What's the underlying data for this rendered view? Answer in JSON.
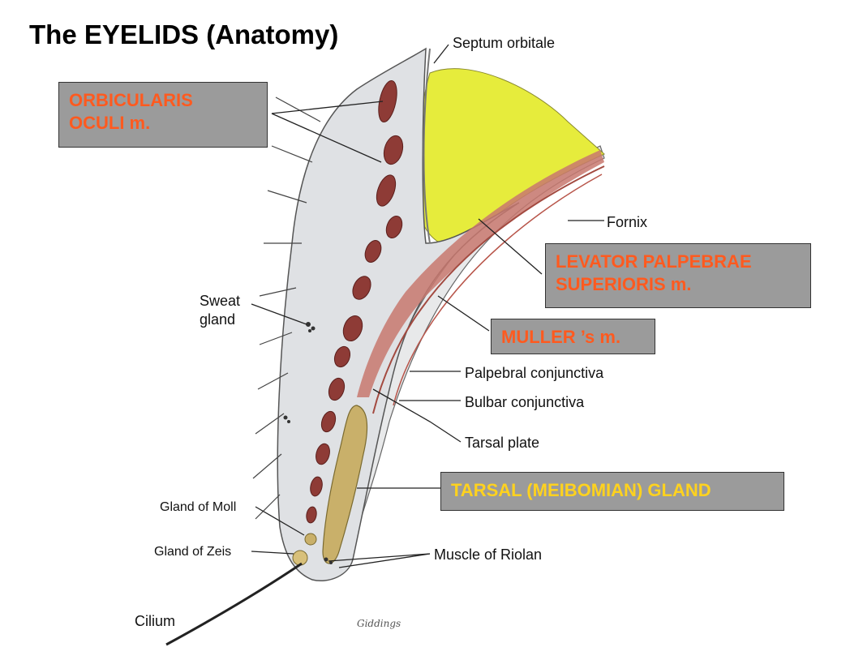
{
  "title": "The EYELIDS (Anatomy)",
  "callouts": {
    "orbicularis": [
      "ORBICULARIS",
      "OCULI m."
    ],
    "levator": [
      "LEVATOR PALPEBRAE",
      "SUPERIORIS m."
    ],
    "muller": [
      "MULLER ’s m."
    ],
    "tarsal_gland": [
      "TARSAL (MEIBOMIAN) GLAND"
    ]
  },
  "labels": {
    "septum_orbitale": "Septum orbitale",
    "fornix": "Fornix",
    "sweat_gland": [
      "Sweat",
      "gland"
    ],
    "palpebral_conjunctiva": "Palpebral conjunctiva",
    "bulbar_conjunctiva": "Bulbar conjunctiva",
    "tarsal_plate": "Tarsal plate",
    "gland_of_moll": "Gland of Moll",
    "gland_of_zeis": "Gland of Zeis",
    "muscle_of_riolan": "Muscle of Riolan",
    "cilium": "Cilium"
  },
  "signature": "Giddings",
  "colors": {
    "callout_box": "#9b9b9b",
    "callout_text": "#ff5a1f",
    "gland_text": "#ffd21e",
    "fat": "#e6ec3c",
    "muscle": "#8e3b36",
    "skin": "#dfe1e4"
  }
}
